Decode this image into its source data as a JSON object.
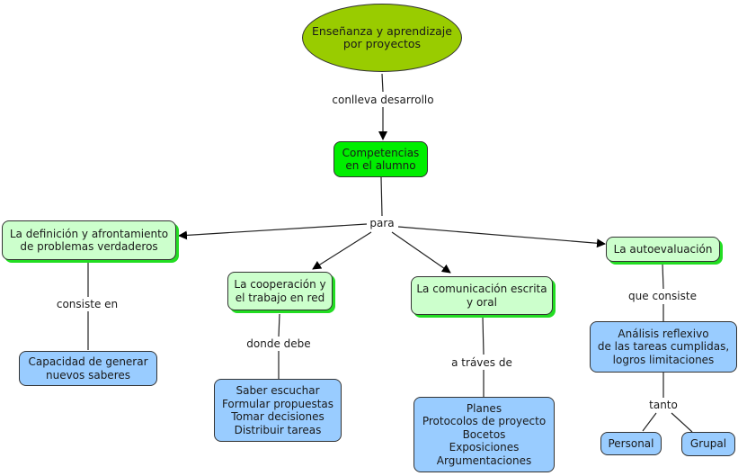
{
  "diagram": {
    "type": "concept-map",
    "nodes": {
      "root": "Enseñanza y aprendizaje\npor proyectos",
      "competencias": "Competencias\nen el alumno",
      "definicion": "La definición y afrontamiento\nde problemas verdaderos",
      "cooperacion": "La cooperación y\nel trabajo en red",
      "comunicacion": "La comunicación escrita\ny oral",
      "autoevaluacion": "La autoevaluación",
      "capacidad": "Capacidad de generar\nnuevos saberes",
      "saber": "Saber escuchar\nFormular propuestas\nTomar decisiones\nDistribuir tareas",
      "planes": "Planes\nProtocolos de proyecto\nBocetos\nExposiciones\nArgumentaciones",
      "analisis": "Análisis reflexivo\nde las tareas cumplidas,\nlogros  limitaciones",
      "personal": "Personal",
      "grupal": "Grupal"
    },
    "link_labels": {
      "conlleva": "conlleva desarrollo",
      "para": "para",
      "consiste_en": "consiste en",
      "donde_debe": "donde debe",
      "a_traves_de": "a tráves de",
      "que_consiste": "que consiste",
      "tanto": "tanto"
    },
    "colors": {
      "root": "#99cc00",
      "competencias": "#00ee00",
      "level2": "#ccffcc",
      "level2_shadow": "#22dd22",
      "leaf": "#99ccff"
    }
  }
}
